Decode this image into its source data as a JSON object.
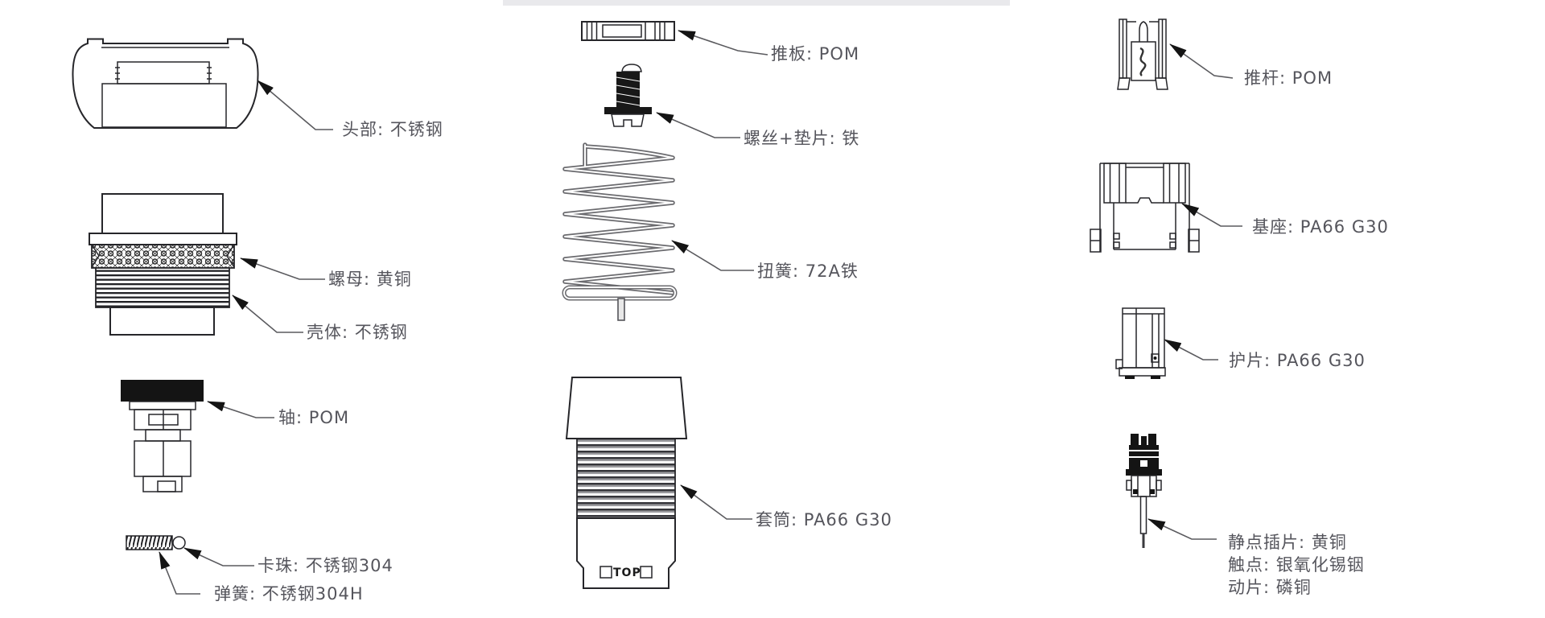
{
  "page": {
    "background": "#ffffff",
    "top_strip_color": "#e9e9ec",
    "label_text_color": "#55555c",
    "drawing_line_color": "#26262a",
    "arrow_color": "#141414"
  },
  "parts": {
    "head": {
      "label": "头部: 不锈钢"
    },
    "nut": {
      "label": "螺母: 黄铜"
    },
    "shell": {
      "label": "壳体: 不锈钢"
    },
    "shaft": {
      "label": "轴: POM"
    },
    "ball": {
      "label": "卡珠: 不锈钢304"
    },
    "spring": {
      "label": "弹簧: 不锈钢304H"
    },
    "push_plate": {
      "label": "推板: POM"
    },
    "screw_washer": {
      "label": "螺丝+垫片: 铁"
    },
    "torsion_spring": {
      "label": "扭簧: 72A铁"
    },
    "sleeve": {
      "label": "套筒: PA66 G30",
      "marking": "TOP"
    },
    "push_rod": {
      "label": "推杆: POM"
    },
    "base": {
      "label": "基座: PA66 G30"
    },
    "guard": {
      "label": "护片: PA66 G30"
    },
    "contact_assembly": {
      "label_line1": "静点插片: 黄铜",
      "label_line2": "触点: 银氧化锡铟",
      "label_line3": "动片: 磷铜"
    }
  }
}
